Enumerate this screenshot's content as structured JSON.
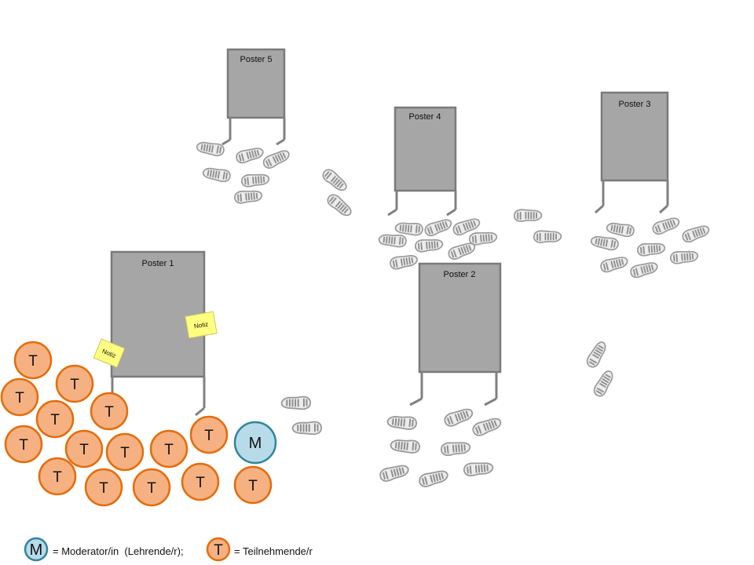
{
  "posters": [
    {
      "label": "Poster 5"
    },
    {
      "label": "Poster 4"
    },
    {
      "label": "Poster 3"
    },
    {
      "label": "Poster 1"
    },
    {
      "label": "Poster 2"
    }
  ],
  "notes": [
    {
      "label": "Notiz"
    },
    {
      "label": "Notiz"
    }
  ],
  "participant_symbol": "T",
  "moderator_symbol": "M",
  "legend": {
    "moderator_symbol": "M",
    "moderator_text": "= Moderator/in  (Lehrende/r);",
    "participant_symbol": "T",
    "participant_text": "= Teilnehmende/r"
  },
  "colors": {
    "poster_fill": "#a6a6a6",
    "poster_stroke": "#7a7a7a",
    "participant_fill": "#f6b183",
    "participant_stroke": "#e46c0a",
    "moderator_fill": "#b7dbe8",
    "moderator_stroke": "#31859c",
    "note_fill": "#ffff80",
    "footprint": "#a0a0a0"
  }
}
